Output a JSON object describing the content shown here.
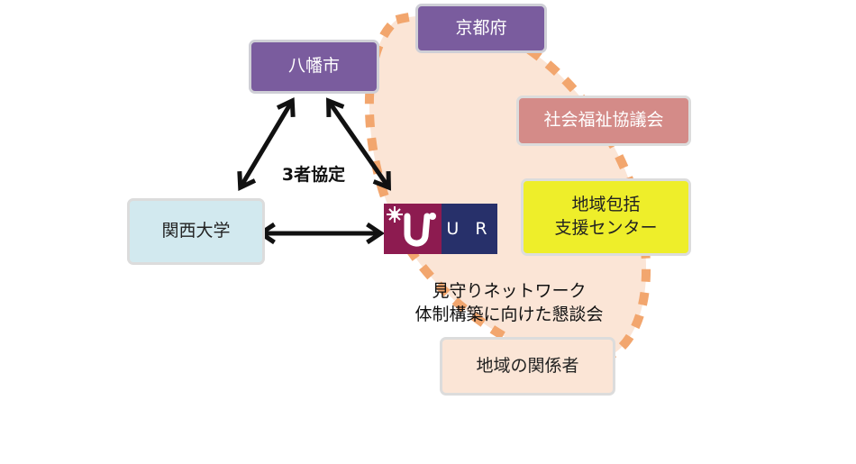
{
  "nodes": {
    "kyoto": "京都府",
    "yawata": "八幡市",
    "shakyo": "社会福祉協議会",
    "chiiki_houkatsu_line1": "地域包括",
    "chiiki_houkatsu_line2": "支援センター",
    "kansai": "関西大学",
    "ur": "U R",
    "local": "地域の関係者"
  },
  "labels": {
    "agreement": "3者協定",
    "conference_line1": "見守りネットワーク",
    "conference_line2": "体制構築に向けた懇談会"
  },
  "colors": {
    "purple": "#7a5c9e",
    "pink": "#d48b88",
    "yellow": "#eeee2a",
    "light_blue": "#d2e9ef",
    "peach": "#fbe5d6",
    "dash_orange": "#f2a66e",
    "ur_magenta": "#8d1b50",
    "ur_navy": "#27306a"
  }
}
